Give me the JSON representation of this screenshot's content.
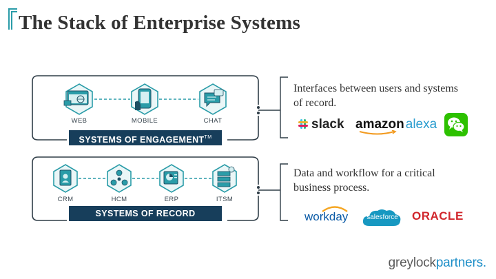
{
  "title": "The Stack of Enterprise Systems",
  "colors": {
    "teal": "#2a9ca8",
    "navy": "#173e5b",
    "frame": "#2f3d47"
  },
  "engagement": {
    "label": "SYSTEMS OF ENGAGEMENT",
    "mark": "TM",
    "nodes": [
      {
        "label": "WEB",
        "icon": "web-browser-icon"
      },
      {
        "label": "MOBILE",
        "icon": "mobile-phone-icon"
      },
      {
        "label": "CHAT",
        "icon": "chat-bubble-icon"
      }
    ],
    "description": "Interfaces between users and systems of record.",
    "logos": {
      "slack": "slack",
      "amazon": "amazon",
      "alexa": "alexa",
      "wechat": "wechat-icon"
    }
  },
  "record": {
    "label": "SYSTEMS OF RECORD",
    "nodes": [
      {
        "label": "CRM",
        "icon": "crm-contact-icon"
      },
      {
        "label": "HCM",
        "icon": "hcm-people-icon"
      },
      {
        "label": "ERP",
        "icon": "erp-chart-icon"
      },
      {
        "label": "ITSM",
        "icon": "itsm-server-icon"
      }
    ],
    "description": "Data and workflow for a critical business process.",
    "logos": {
      "workday": "workday",
      "salesforce": "salesforce",
      "oracle": "ORACLE"
    }
  },
  "brand": {
    "prefix": "greylock",
    "suffix": "partners."
  }
}
